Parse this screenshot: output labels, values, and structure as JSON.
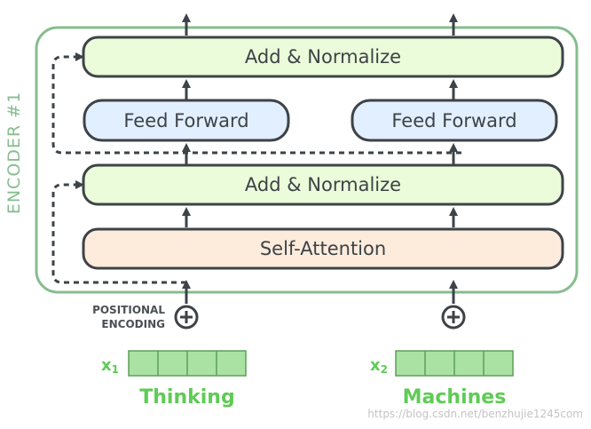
{
  "encoder": {
    "label": "ENCODER #1"
  },
  "layers": {
    "add_normalize_top": "Add & Normalize",
    "feed_forward_left": "Feed Forward",
    "feed_forward_right": "Feed Forward",
    "add_normalize_bottom": "Add & Normalize",
    "self_attention": "Self-Attention"
  },
  "positional_encoding": {
    "line1": "POSITIONAL",
    "line2": "ENCODING"
  },
  "inputs": [
    {
      "symbol": "x",
      "subscript": "1",
      "word": "Thinking",
      "cells": 4
    },
    {
      "symbol": "x",
      "subscript": "2",
      "word": "Machines",
      "cells": 4
    }
  ],
  "watermark": "https://blog.csdn.net/benzhujie1245com",
  "colors": {
    "encoder_border": "#86bd8e",
    "add_normalize_fill": "#eafcd9",
    "feed_forward_fill": "#e2efff",
    "self_attention_fill": "#fdecdc",
    "box_border": "#3d4347",
    "embedding_fill": "#a9e2a3",
    "embedding_border": "#5e9e5a",
    "word_text": "#5fcb55",
    "arrow": "#3d4347"
  }
}
